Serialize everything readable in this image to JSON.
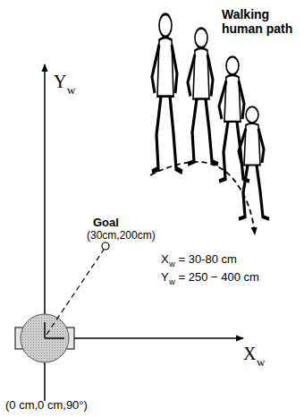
{
  "diagram": {
    "labels": [
      "Y",
      "w",
      "X",
      "w",
      "Walking human path",
      "Goal",
      "(30cm,200cm)",
      "X",
      "w",
      "= 30-80 cm",
      "Y",
      "w",
      "= 250 − 400 cm",
      "(0 cm,0 cm,90°)"
    ]
  }
}
